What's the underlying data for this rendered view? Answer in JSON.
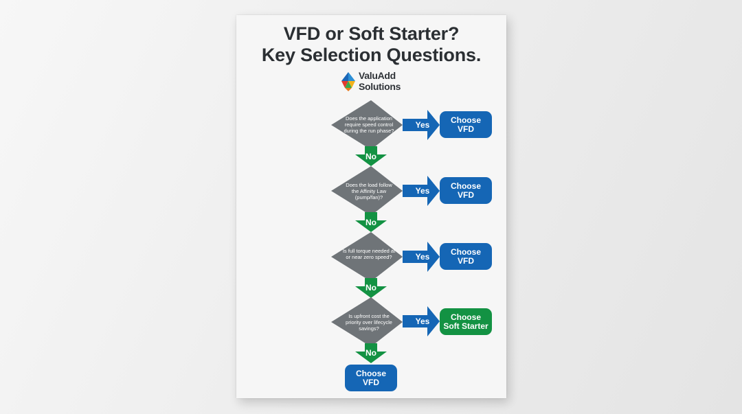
{
  "poster": {
    "title_line1": "VFD or Soft Starter?",
    "title_line2": "Key Selection Questions."
  },
  "logo": {
    "line1": "ValuAdd",
    "line2": "Solutions",
    "icon": "valuadd-logo-icon"
  },
  "flow": {
    "steps": [
      {
        "question": "Does the application require speed control during the run phase?",
        "yes_label": "Yes",
        "no_label": "No",
        "outcome": "Choose VFD",
        "outcome_color": "#1566b5"
      },
      {
        "question": "Does the load follow the Affinity Law (pump/fan)?",
        "yes_label": "Yes",
        "no_label": "No",
        "outcome": "Choose VFD",
        "outcome_color": "#1566b5"
      },
      {
        "question": "Is full torque needed at or near zero speed?",
        "yes_label": "Yes",
        "no_label": "No",
        "outcome": "Choose VFD",
        "outcome_color": "#1566b5"
      },
      {
        "question": "Is upfront cost the priority over lifecycle savings?",
        "yes_label": "Yes",
        "no_label": "No",
        "outcome": "Choose Soft Starter",
        "outcome_color": "#139243"
      }
    ],
    "final_outcome": "Choose VFD",
    "final_color": "#1566b5"
  },
  "colors": {
    "diamond": "#6f7478",
    "yes_arrow": "#1566b5",
    "no_arrow": "#139243",
    "title": "#2b2f33"
  }
}
